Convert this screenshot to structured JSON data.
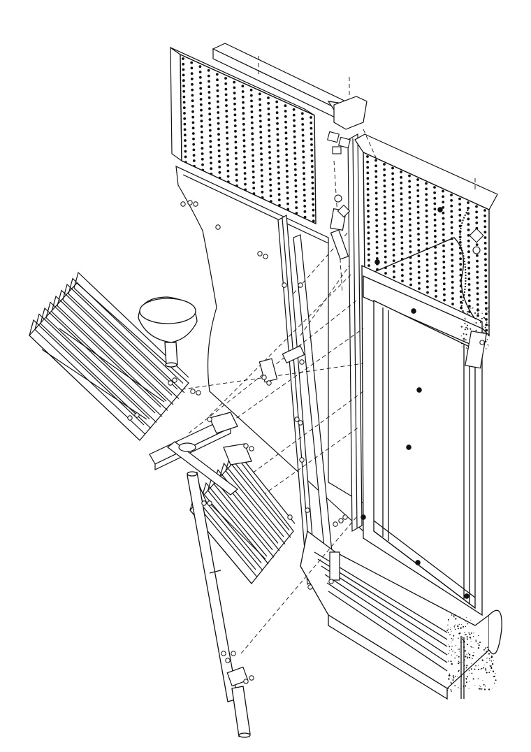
{
  "drawing": {
    "style": "black ink axonometric line drawing",
    "ink": "#111111",
    "paper": "#ffffff",
    "parts": [
      "perforated-panel-upper",
      "perforated-panel-right",
      "top-channel-rail",
      "vertical-mullion",
      "glass-pane-large",
      "window-frame",
      "sill-assembly",
      "louvre-blade-upper",
      "louvre-blade-lower",
      "support-arm",
      "lamp-shade",
      "support-pole",
      "clamp-bracket",
      "fixing-bolt"
    ]
  }
}
